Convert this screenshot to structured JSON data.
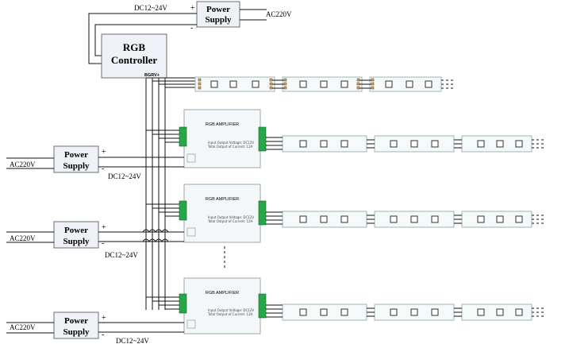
{
  "top_power_supply": {
    "title": "Power Supply",
    "dc_label": "DC12~24V",
    "ac_label": "AC220V",
    "plus": "+",
    "minus": "-"
  },
  "rgb_controller": {
    "title": "RGB Controller",
    "pins": "BGRV+"
  },
  "amplifiers": [
    {
      "title": "RGB AMPLIFIER",
      "spec_line1": "Input Output Voltage: DC12V",
      "spec_line2": "Total Output of Current: 12A"
    },
    {
      "title": "RGB AMPLIFIER",
      "spec_line1": "Input Output Voltage: DC12V",
      "spec_line2": "Total Output of Current: 12A"
    },
    {
      "title": "RGB AMPLIFIER",
      "spec_line1": "Input Output Voltage: DC12V",
      "spec_line2": "Total Output of Current: 12A"
    }
  ],
  "power_supplies": [
    {
      "title": "Power Supply",
      "ac_label": "AC220V",
      "dc_label": "DC12~24V",
      "plus": "+",
      "minus": "-"
    },
    {
      "title": "Power Supply",
      "ac_label": "AC220V",
      "dc_label": "DC12~24V",
      "plus": "+",
      "minus": "-"
    },
    {
      "title": "Power Supply",
      "ac_label": "AC220V",
      "dc_label": "DC12~24V",
      "plus": "+",
      "minus": "-"
    }
  ]
}
